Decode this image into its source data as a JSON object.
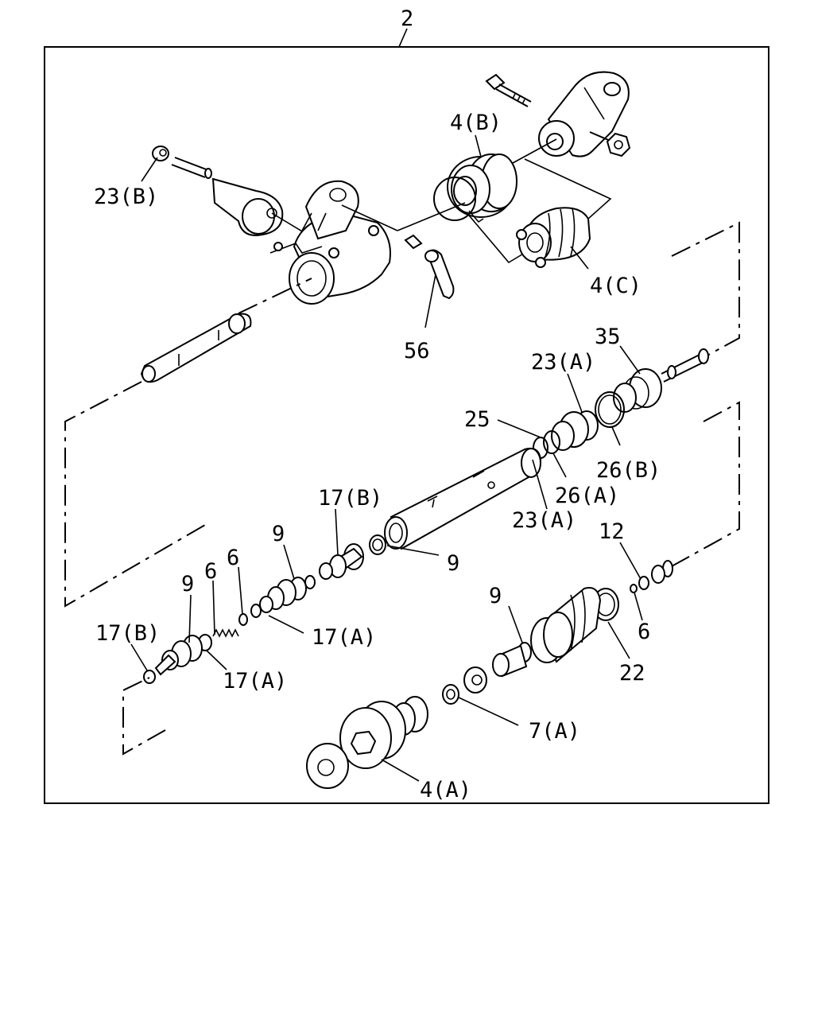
{
  "assembly_label": "2",
  "callouts": [
    {
      "id": "c-23b-top",
      "text": "23(B)"
    },
    {
      "id": "c-4b",
      "text": "4(B)"
    },
    {
      "id": "c-4c",
      "text": "4(C)"
    },
    {
      "id": "c-56",
      "text": "56"
    },
    {
      "id": "c-35",
      "text": "35"
    },
    {
      "id": "c-23a-a",
      "text": "23(A)"
    },
    {
      "id": "c-25",
      "text": "25"
    },
    {
      "id": "c-26b",
      "text": "26(B)"
    },
    {
      "id": "c-26a",
      "text": "26(A)"
    },
    {
      "id": "c-23a-b",
      "text": "23(A)"
    },
    {
      "id": "c-17b-mid",
      "text": "17(B)"
    },
    {
      "id": "c-9-a",
      "text": "9"
    },
    {
      "id": "c-9-b",
      "text": "9"
    },
    {
      "id": "c-9-c",
      "text": "9"
    },
    {
      "id": "c-6-a",
      "text": "6"
    },
    {
      "id": "c-6-b",
      "text": "6"
    },
    {
      "id": "c-12",
      "text": "12"
    },
    {
      "id": "c-9-d",
      "text": "9"
    },
    {
      "id": "c-6-c",
      "text": "6"
    },
    {
      "id": "c-17b-left",
      "text": "17(B)"
    },
    {
      "id": "c-17a-a",
      "text": "17(A)"
    },
    {
      "id": "c-17a-b",
      "text": "17(A)"
    },
    {
      "id": "c-22",
      "text": "22"
    },
    {
      "id": "c-7a",
      "text": "7(A)"
    },
    {
      "id": "c-4a",
      "text": "4(A)"
    }
  ]
}
